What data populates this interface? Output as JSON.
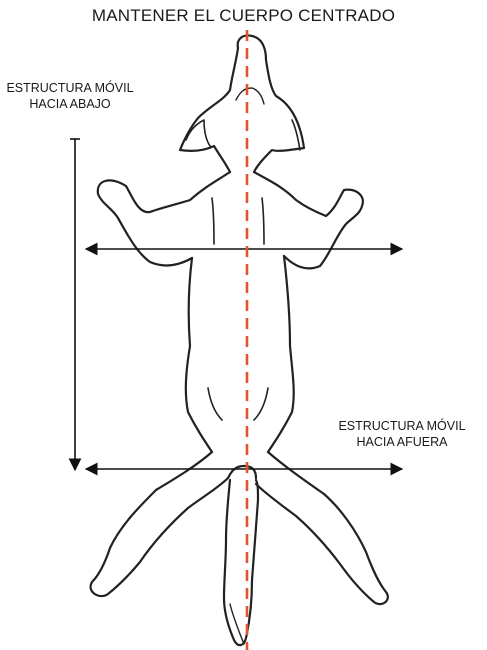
{
  "title": "MANTENER EL CUERPO CENTRADO",
  "labels": {
    "vertical": [
      "ESTRUCTURA MÓVIL",
      "HACIA ABAJO"
    ],
    "horizontal": [
      "ESTRUCTURA MÓVIL",
      "HACIA AFUERA"
    ]
  },
  "colors": {
    "outline": "#222222",
    "centerline": "#e0542e",
    "arrows": "#111111"
  }
}
